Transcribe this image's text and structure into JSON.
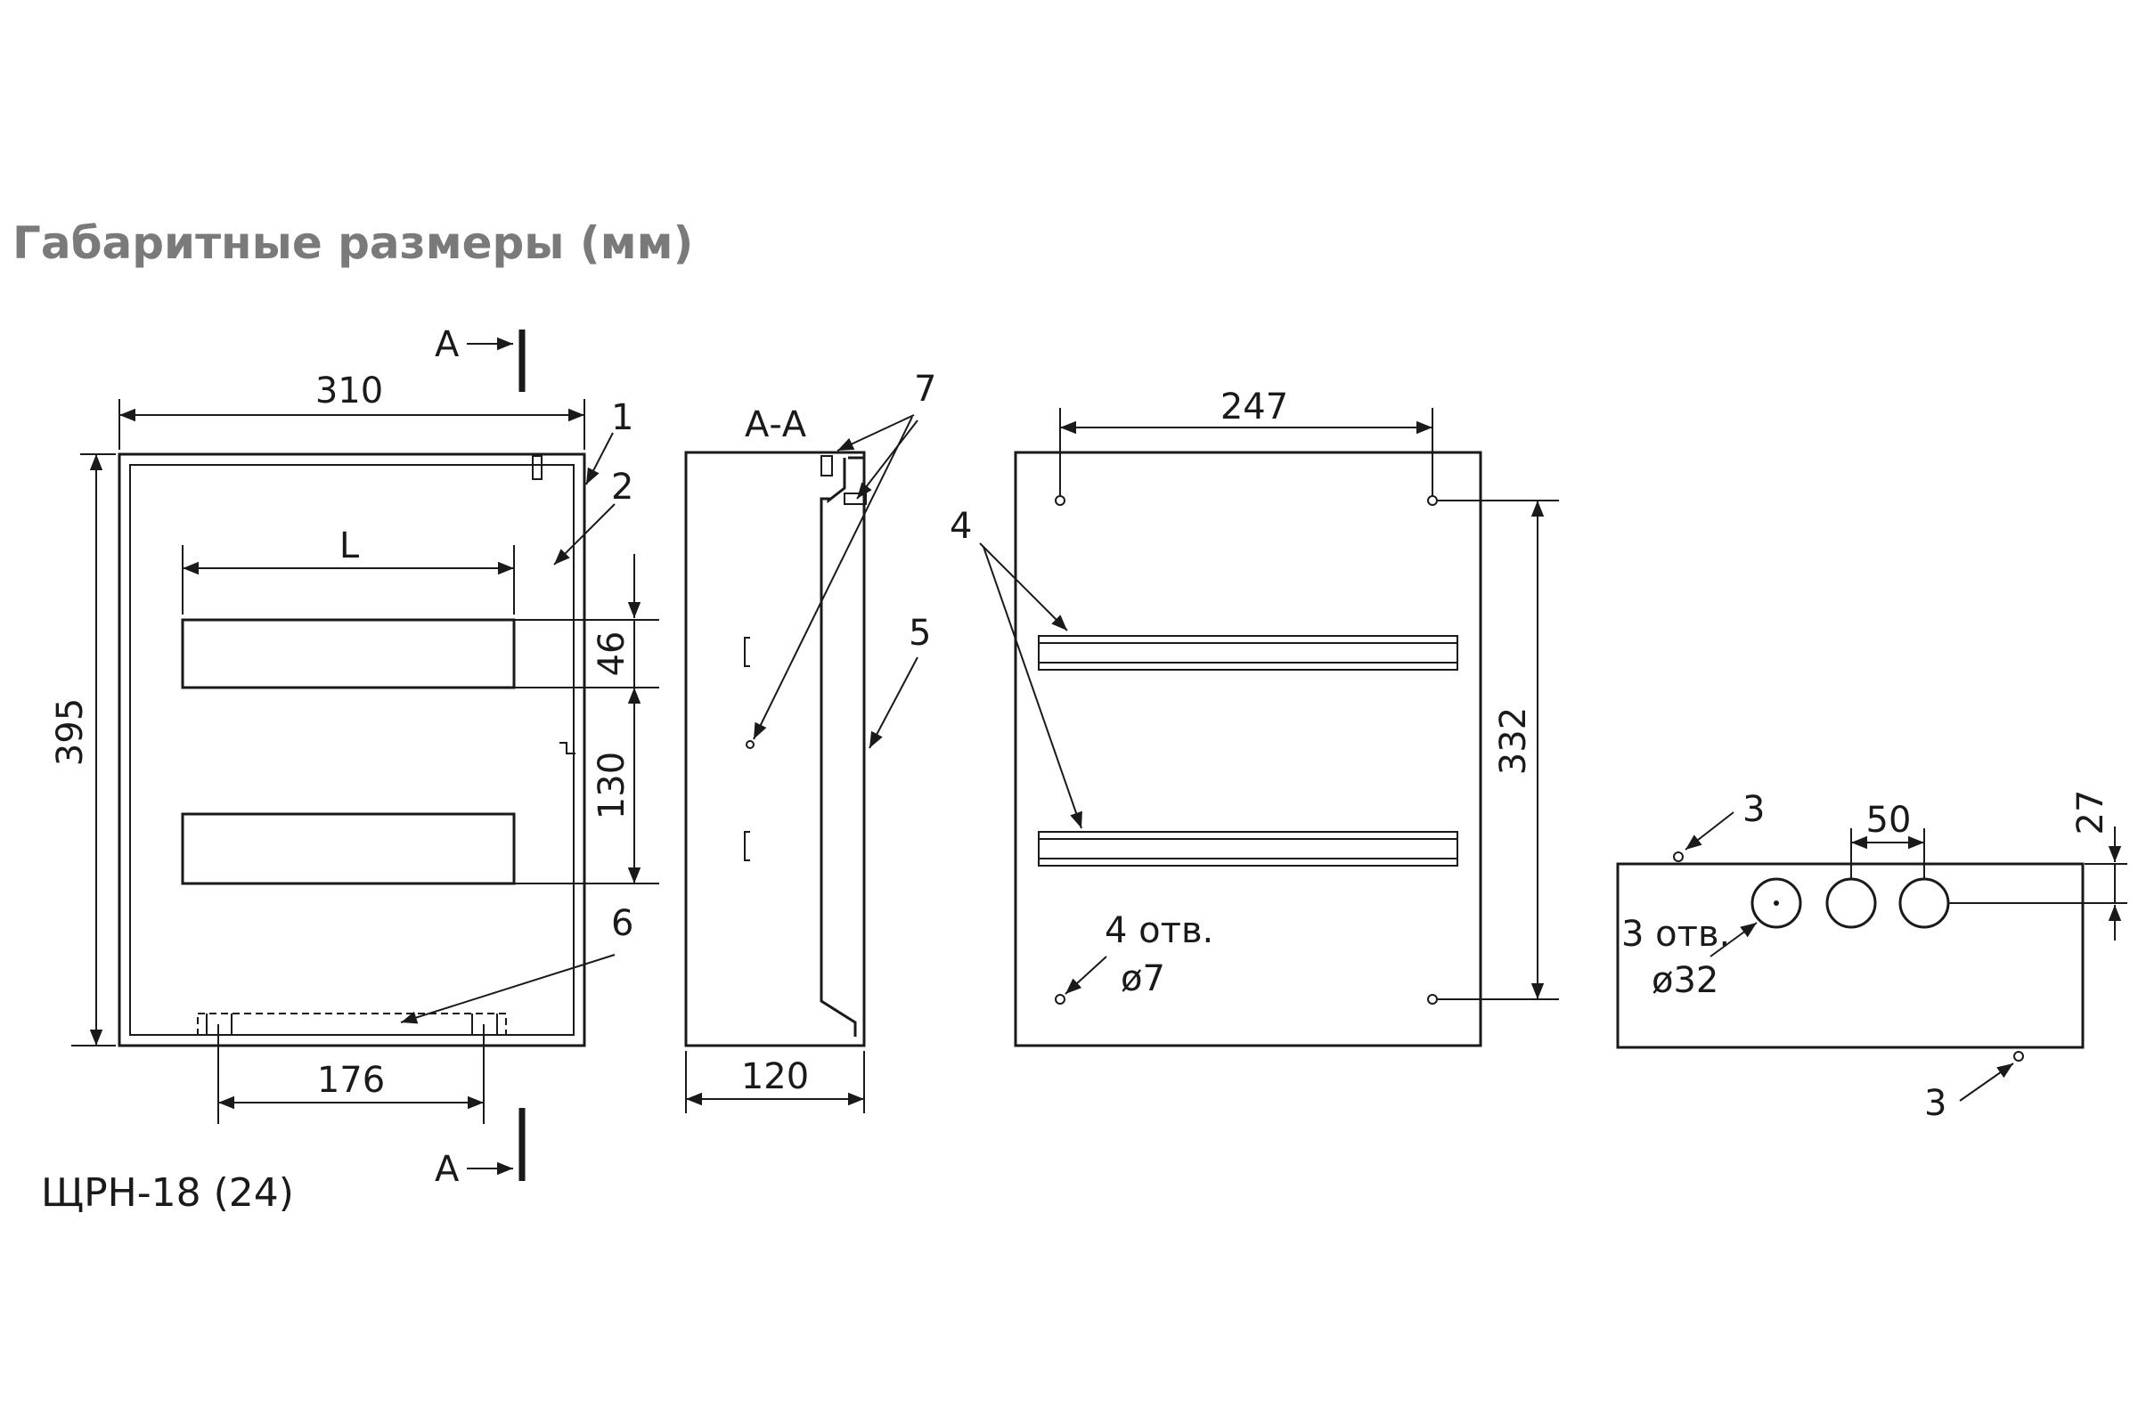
{
  "title": "Габаритные размеры (мм)",
  "model": "ЩРН-18 (24)",
  "section_label": "А",
  "section_view_label": "А-А",
  "front": {
    "width": "310",
    "height": "395",
    "module_length": "L",
    "module_height": "46",
    "module_pitch": "130",
    "bottom_span": "176"
  },
  "side": {
    "depth": "120"
  },
  "back": {
    "hole_spacing_h": "247",
    "hole_spacing_v": "332",
    "holes_count": "4 отв.",
    "holes_diameter": "ø7"
  },
  "bottom": {
    "knockout_spacing": "50",
    "knockout_offset": "27",
    "knockouts_count": "3 отв.",
    "knockouts_diameter": "ø32"
  },
  "callouts": {
    "c1": "1",
    "c2": "2",
    "c3a": "3",
    "c3b": "3",
    "c4": "4",
    "c5": "5",
    "c6": "6",
    "c7": "7"
  }
}
